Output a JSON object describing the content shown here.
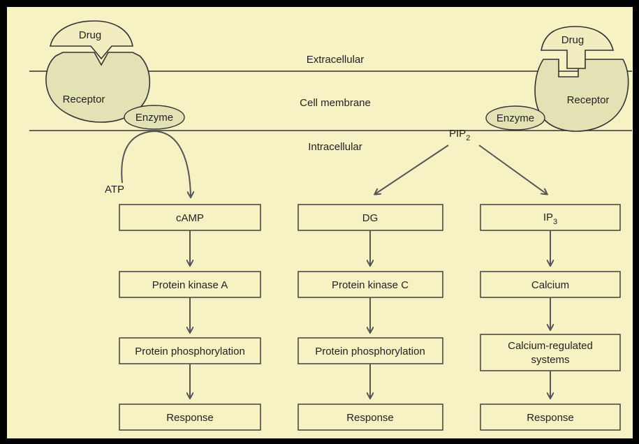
{
  "membrane": {
    "extracellular": "Extracellular",
    "cell_membrane": "Cell membrane",
    "intracellular": "Intracellular"
  },
  "left_receptor": {
    "drug": "Drug",
    "receptor": "Receptor",
    "enzyme": "Enzyme"
  },
  "right_receptor": {
    "drug": "Drug",
    "receptor": "Receptor",
    "enzyme": "Enzyme"
  },
  "substrates": {
    "atp": "ATP",
    "pip": "PIP",
    "pip_sub": "2"
  },
  "columns": [
    {
      "second_messenger": "cAMP",
      "kinase": "Protein kinase A",
      "effect": "Protein phosphorylation",
      "response": "Response"
    },
    {
      "second_messenger": "DG",
      "kinase": "Protein kinase C",
      "effect": "Protein phosphorylation",
      "response": "Response"
    },
    {
      "second_messenger": "IP",
      "second_messenger_sub": "3",
      "kinase": "Calcium",
      "effect_line1": "Calcium-regulated",
      "effect_line2": "systems",
      "response": "Response"
    }
  ],
  "colors": {
    "background": "#f7f2c4",
    "frame": "#000000",
    "receptor_fill": "#e2e2b4",
    "line": "#333333"
  }
}
